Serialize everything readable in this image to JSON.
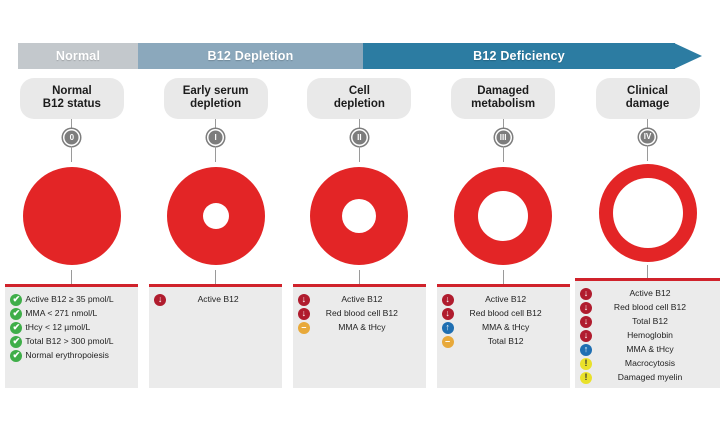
{
  "header": {
    "segments": [
      {
        "label": "Normal",
        "color": "#c3c8cc"
      },
      {
        "label": "B12 Depletion",
        "color": "#8ba8bc"
      },
      {
        "label": "B12 Deficiency",
        "color": "#2c7ca2"
      }
    ]
  },
  "stages": [
    {
      "title_line1": "Normal",
      "title_line2": "B12 status",
      "badge": "0",
      "donut_outer": 98,
      "donut_hole": 0,
      "align": "left",
      "items": [
        {
          "icon": "check-icon",
          "glyph": "✔",
          "color": "#3fae49",
          "label": "Active B12 ≥ 35 pmol/L"
        },
        {
          "icon": "check-icon",
          "glyph": "✔",
          "color": "#3fae49",
          "label": "MMA < 271 nmol/L"
        },
        {
          "icon": "check-icon",
          "glyph": "✔",
          "color": "#3fae49",
          "label": "tHcy < 12 µmol/L"
        },
        {
          "icon": "check-icon",
          "glyph": "✔",
          "color": "#3fae49",
          "label": "Total B12 > 300 pmol/L"
        },
        {
          "icon": "check-icon",
          "glyph": "✔",
          "color": "#3fae49",
          "label": "Normal erythropoiesis"
        }
      ]
    },
    {
      "title_line1": "Early serum",
      "title_line2": "depletion",
      "badge": "I",
      "donut_outer": 98,
      "donut_hole": 26,
      "align": "center",
      "items": [
        {
          "icon": "arrow-down-icon",
          "glyph": "↓",
          "color": "#b01c2e",
          "label": "Active B12"
        }
      ]
    },
    {
      "title_line1": "Cell",
      "title_line2": "depletion",
      "badge": "II",
      "donut_outer": 98,
      "donut_hole": 34,
      "align": "center",
      "items": [
        {
          "icon": "arrow-down-icon",
          "glyph": "↓",
          "color": "#b01c2e",
          "label": "Active B12"
        },
        {
          "icon": "arrow-down-icon",
          "glyph": "↓",
          "color": "#b01c2e",
          "label": "Red blood cell B12"
        },
        {
          "icon": "arrow-flat-icon",
          "glyph": "–",
          "color": "#e8a93a",
          "label": "MMA & tHcy"
        }
      ]
    },
    {
      "title_line1": "Damaged",
      "title_line2": "metabolism",
      "badge": "III",
      "donut_outer": 98,
      "donut_hole": 50,
      "align": "center",
      "items": [
        {
          "icon": "arrow-down-icon",
          "glyph": "↓",
          "color": "#b01c2e",
          "label": "Active B12"
        },
        {
          "icon": "arrow-down-icon",
          "glyph": "↓",
          "color": "#b01c2e",
          "label": "Red blood cell B12"
        },
        {
          "icon": "arrow-up-icon",
          "glyph": "↑",
          "color": "#1f6fb2",
          "label": "MMA & tHcy"
        },
        {
          "icon": "arrow-flat-icon",
          "glyph": "–",
          "color": "#e8a93a",
          "label": "Total B12"
        }
      ]
    },
    {
      "title_line1": "Clinical",
      "title_line2": "damage",
      "badge": "IV",
      "donut_outer": 98,
      "donut_hole": 70,
      "align": "center",
      "items": [
        {
          "icon": "arrow-down-icon",
          "glyph": "↓",
          "color": "#b01c2e",
          "label": "Active B12"
        },
        {
          "icon": "arrow-down-icon",
          "glyph": "↓",
          "color": "#b01c2e",
          "label": "Red blood cell B12"
        },
        {
          "icon": "arrow-down-icon",
          "glyph": "↓",
          "color": "#b01c2e",
          "label": "Total B12"
        },
        {
          "icon": "arrow-down-icon",
          "glyph": "↓",
          "color": "#b01c2e",
          "label": "Hemoglobin"
        },
        {
          "icon": "arrow-up-icon",
          "glyph": "↑",
          "color": "#1f6fb2",
          "label": "MMA & tHcy"
        },
        {
          "icon": "warning-icon",
          "glyph": "!",
          "color": "#e9e12a",
          "label": "Macrocytosis"
        },
        {
          "icon": "warning-icon",
          "glyph": "!",
          "color": "#e9e12a",
          "label": "Damaged myelin"
        }
      ]
    }
  ],
  "colors": {
    "donut": "#e32526",
    "card_bg": "#ebebeb",
    "card_rule": "#d0222b",
    "pill_bg": "#e9e9e9",
    "badge": "#7d7d7d"
  }
}
